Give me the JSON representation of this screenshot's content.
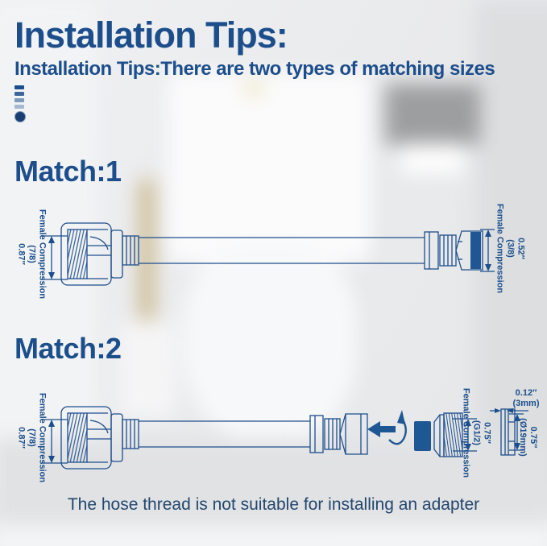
{
  "header": {
    "title": "Installation Tips:",
    "subtitle": "Installation Tips:There are two types of matching sizes"
  },
  "match1": {
    "heading": "Match:1",
    "left_fitting": {
      "size_inch": "0.87″",
      "size_fraction": "(7/8)",
      "type": "Female Compression"
    },
    "right_fitting": {
      "size_inch": "0.52″",
      "size_fraction": "(3/8)",
      "type": "Female Compression"
    }
  },
  "match2": {
    "heading": "Match:2",
    "left_fitting": {
      "size_inch": "0.87″",
      "size_fraction": "(7/8)",
      "type": "Female Compression"
    },
    "adapter_fitting": {
      "size_inch": "0.75″",
      "size_fraction": "(G1/2)",
      "type": "Female Compression"
    },
    "side_view": {
      "width_inch": "0.12″",
      "width_mm": "(3mm)",
      "diameter_inch": "0.75″",
      "diameter_mm": "(Ø19mm)"
    }
  },
  "footer": {
    "note": "The hose thread is not suitable for installing an adapter"
  },
  "colors": {
    "navy": "#1d4e8c",
    "fill_blue": "#1f5795"
  }
}
